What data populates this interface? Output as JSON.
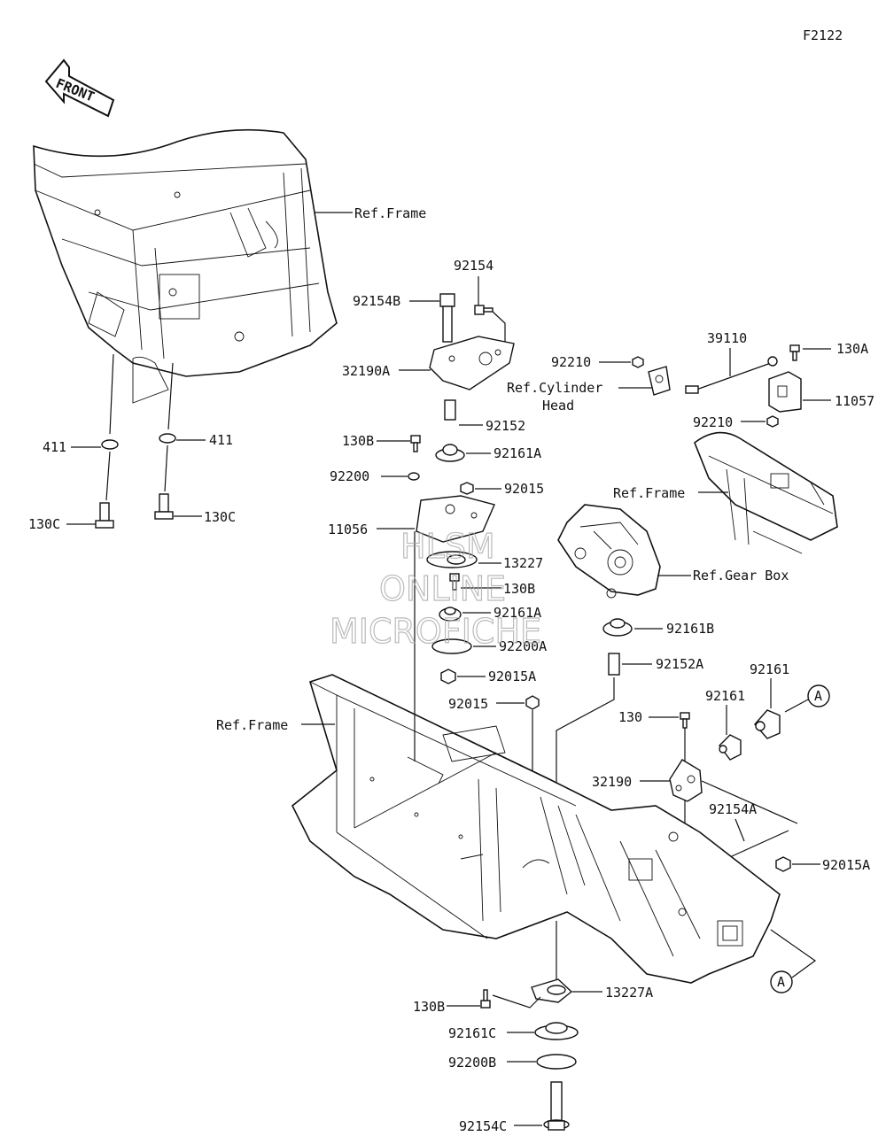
{
  "figure_id": "F2122",
  "front_label": "FRONT",
  "watermark": [
    "HLSM",
    "ONLINE",
    "MICROFICHE"
  ],
  "callouts": {
    "ref_frame_top": "Ref.Frame",
    "ref_frame_right": "Ref.Frame",
    "ref_frame_left": "Ref.Frame",
    "ref_cylinder_head_1": "Ref.Cylinder",
    "ref_cylinder_head_2": "Head",
    "ref_gear_box": "Ref.Gear Box",
    "p411_left": "411",
    "p411_right": "411",
    "p130c_left": "130C",
    "p130c_right": "130C",
    "p92154": "92154",
    "p92154b": "92154B",
    "p32190a": "32190A",
    "p92152": "92152",
    "p130b_top": "130B",
    "p92161a_top": "92161A",
    "p92200": "92200",
    "p92015_top": "92015",
    "p11056": "11056",
    "p13227": "13227",
    "p130b_mid": "130B",
    "p92161a_mid": "92161A",
    "p92200a": "92200A",
    "p92015a_left": "92015A",
    "p92015_mid": "92015",
    "p39110": "39110",
    "p130a": "130A",
    "p92210_top": "92210",
    "p92210_bottom": "92210",
    "p11057": "11057",
    "p92161b": "92161B",
    "p92152a": "92152A",
    "p92161_right": "92161",
    "p92161_left": "92161",
    "p130": "130",
    "p32190": "32190",
    "p92154a": "92154A",
    "p92015a_right": "92015A",
    "p13227a": "13227A",
    "p130b_bottom": "130B",
    "p92161c": "92161C",
    "p92200b": "92200B",
    "p92154c": "92154C",
    "ref_a_top": "A",
    "ref_a_bottom": "A"
  }
}
